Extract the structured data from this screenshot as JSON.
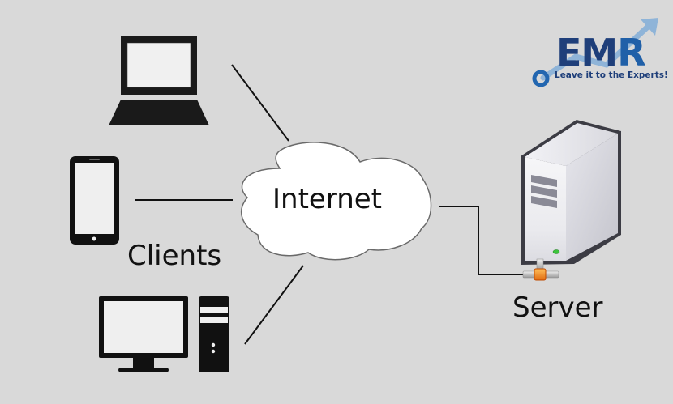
{
  "diagram": {
    "title": "Client-Server architecture over the Internet",
    "nodes": {
      "internet": {
        "label": "Internet",
        "icon": "cloud-icon"
      },
      "clients": {
        "label": "Clients",
        "devices": [
          {
            "name": "laptop",
            "icon": "laptop-icon"
          },
          {
            "name": "smartphone",
            "icon": "smartphone-icon"
          },
          {
            "name": "desktop",
            "icon": "desktop-computer-icon"
          }
        ]
      },
      "server": {
        "label": "Server",
        "icon": "server-tower-icon"
      }
    },
    "edges": [
      {
        "from": "laptop",
        "to": "internet"
      },
      {
        "from": "smartphone",
        "to": "internet"
      },
      {
        "from": "desktop",
        "to": "internet"
      },
      {
        "from": "internet",
        "to": "server"
      }
    ]
  },
  "logo": {
    "brand": "EM",
    "brand_r": "R",
    "tagline": "Leave it to the Experts!",
    "colors": {
      "primary": "#1f3f7a",
      "secondary": "#2060a8",
      "arrow": "#8fb4d8"
    }
  }
}
